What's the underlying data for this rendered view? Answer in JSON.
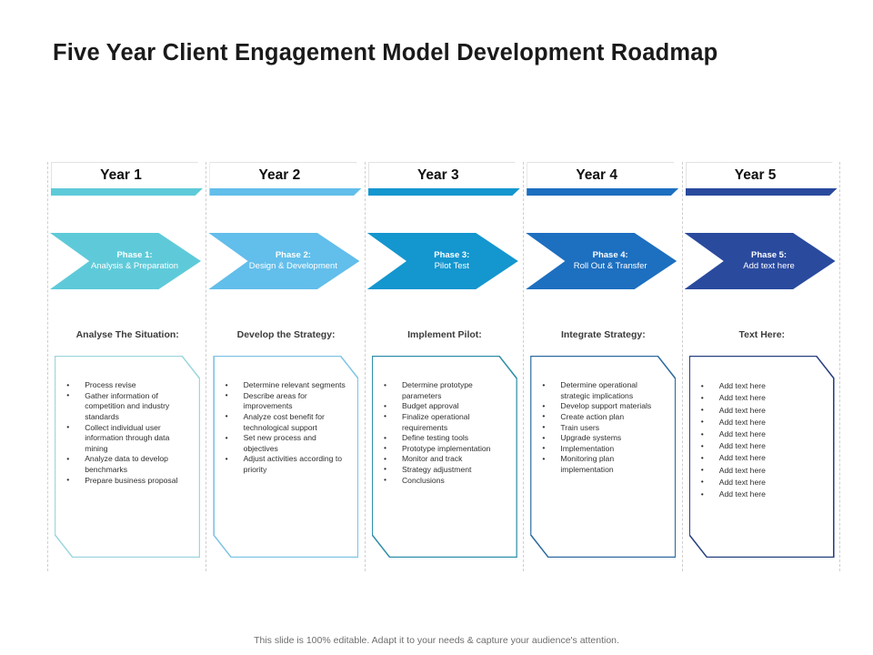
{
  "title": "Five Year Client Engagement Model Development Roadmap",
  "footer": "This slide is 100% editable. Adapt it to your needs & capture your audience's attention.",
  "colors": {
    "phase1": "#5ECAD9",
    "phase2": "#62BEEA",
    "phase3": "#1496CF",
    "phase4": "#1D6FC0",
    "phase5": "#2A4A9E",
    "border1": "#9ED6DE",
    "border2": "#7FC4E4",
    "border3": "#2E8EA8",
    "border4": "#2C6AA0",
    "border5": "#27407F",
    "title_color": "#1a1a1a",
    "footer_color": "#6d6d6d"
  },
  "columns": [
    {
      "year": "Year 1",
      "bar_color": "#5ECAD9",
      "chevron_color": "#5ECAD9",
      "border_color": "#9ED6DE",
      "phase_title": "Phase 1:",
      "phase_sub": "Analysis & Preparation",
      "section_label": "Analyse The Situation:",
      "bullets": [
        "Process revise",
        "Gather information of competition and industry standards",
        "Collect individual user information through data mining",
        "Analyze data to develop benchmarks",
        "Prepare business proposal"
      ]
    },
    {
      "year": "Year 2",
      "bar_color": "#62BEEA",
      "chevron_color": "#62BEEA",
      "border_color": "#7FC4E4",
      "phase_title": "Phase 2:",
      "phase_sub": "Design & Development",
      "section_label": "Develop the Strategy:",
      "bullets": [
        "Determine relevant segments",
        "Describe areas for improvements",
        "Analyze cost benefit for technological support",
        "Set new process and objectives",
        "Adjust activities according to priority"
      ]
    },
    {
      "year": "Year 3",
      "bar_color": "#1496CF",
      "chevron_color": "#1496CF",
      "border_color": "#2E8EA8",
      "phase_title": "Phase 3:",
      "phase_sub": "Pilot Test",
      "section_label": "Implement Pilot:",
      "bullets": [
        "Determine prototype parameters",
        "Budget approval",
        "Finalize operational requirements",
        "Define testing tools",
        "Prototype implementation",
        "Monitor and track",
        "Strategy adjustment",
        "Conclusions"
      ]
    },
    {
      "year": "Year 4",
      "bar_color": "#1D6FC0",
      "chevron_color": "#1D6FC0",
      "border_color": "#2C6AA0",
      "phase_title": "Phase 4:",
      "phase_sub": "Roll Out & Transfer",
      "section_label": "Integrate Strategy:",
      "bullets": [
        "Determine operational strategic implications",
        "Develop support materials",
        "Create action plan",
        "Train users",
        "Upgrade systems",
        "Implementation",
        "Monitoring plan implementation"
      ]
    },
    {
      "year": "Year 5",
      "bar_color": "#2A4A9E",
      "chevron_color": "#2A4A9E",
      "border_color": "#27407F",
      "phase_title": "Phase 5:",
      "phase_sub": "Add text here",
      "section_label": "Text Here:",
      "bullets": [
        "Add text here",
        "Add text here",
        "Add text here",
        "Add text here",
        "Add text here",
        "Add text here",
        "Add text here",
        "Add text here",
        "Add text here",
        "Add text here"
      ]
    }
  ]
}
